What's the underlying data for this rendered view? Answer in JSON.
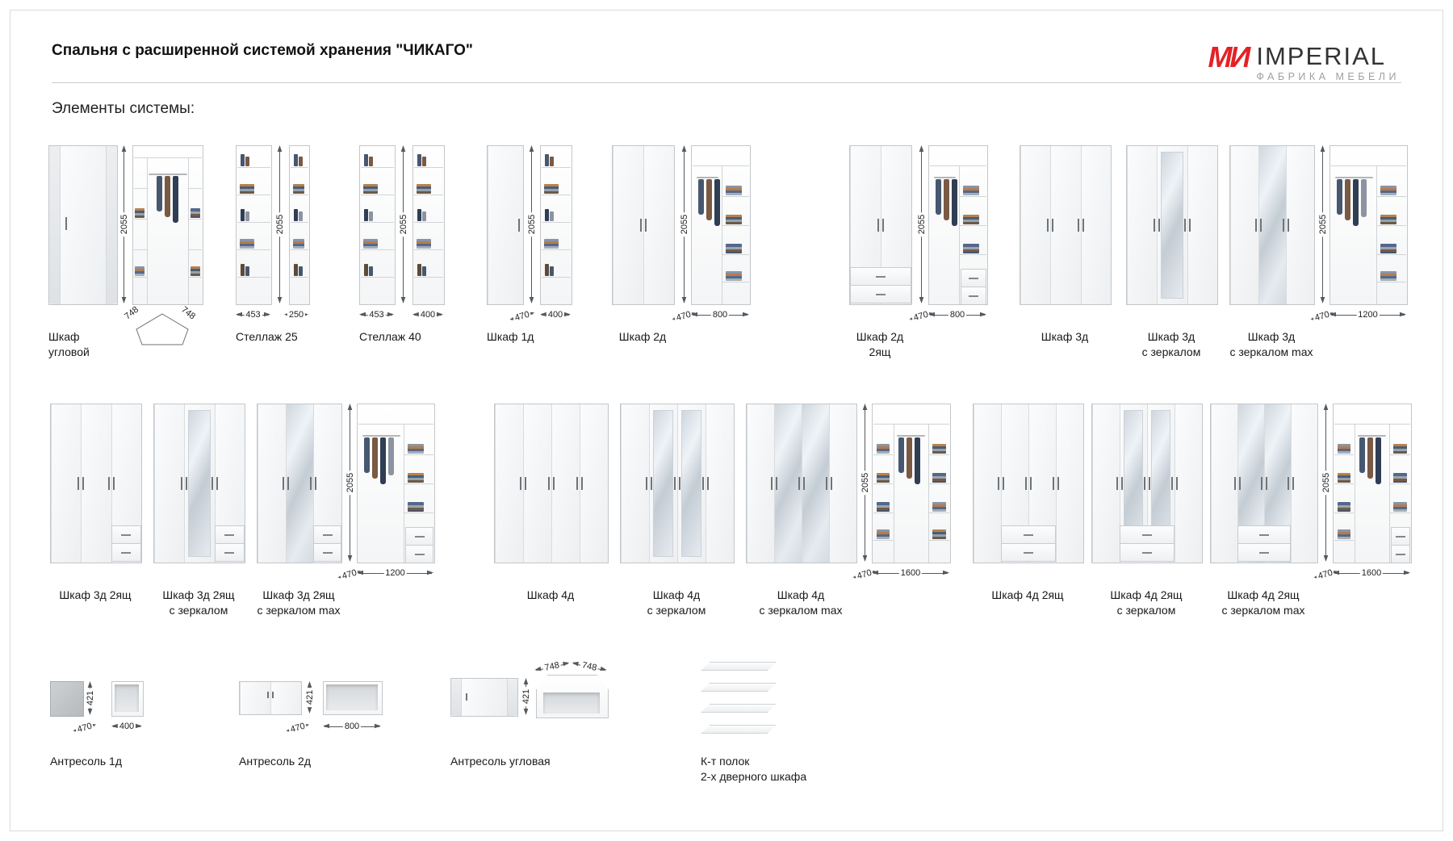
{
  "page": {
    "title": "Спальня с расширенной системой хранения \"ЧИКАГО\"",
    "subtitle": "Элементы системы:"
  },
  "logo": {
    "mark": "МИ",
    "brand": "IMPERIAL",
    "tagline": "ФАБРИКА МЕБЕЛИ"
  },
  "items": [
    {
      "name": "Шкаф",
      "name2": "угловой",
      "h": "2055",
      "a": "748",
      "b": "748"
    },
    {
      "name": "Стеллаж 25",
      "h": "2055",
      "w1": "453",
      "w2": "250"
    },
    {
      "name": "Стеллаж 40",
      "h": "2055",
      "w1": "453",
      "w2": "400"
    },
    {
      "name": "Шкаф 1д",
      "h": "2055",
      "d": "470",
      "w": "400"
    },
    {
      "name": "Шкаф 2д",
      "h": "2055",
      "d": "470",
      "w": "800"
    },
    {
      "name": "Шкаф 2д 2ящ",
      "h": "2055",
      "d": "470",
      "w": "800"
    },
    {
      "name": "Шкаф 3д"
    },
    {
      "name": "Шкаф 3д",
      "name2": "с зеркалом"
    },
    {
      "name": "Шкаф 3д",
      "name2": "с зеркалом max",
      "h": "2055",
      "d": "470",
      "w": "1200"
    },
    {
      "name": "Шкаф 3д 2ящ"
    },
    {
      "name": "Шкаф 3д 2ящ",
      "name2": "с зеркалом"
    },
    {
      "name": "Шкаф 3д 2ящ",
      "name2": "с зеркалом max",
      "h": "2055",
      "d": "470",
      "w": "1200"
    },
    {
      "name": "Шкаф 4д"
    },
    {
      "name": "Шкаф 4д",
      "name2": "с зеркалом"
    },
    {
      "name": "Шкаф 4д",
      "name2": "с зеркалом max",
      "h": "2055",
      "d": "470",
      "w": "1600"
    },
    {
      "name": "Шкаф 4д 2ящ"
    },
    {
      "name": "Шкаф 4д 2ящ",
      "name2": "с зеркалом"
    },
    {
      "name": "Шкаф 4д 2ящ",
      "name2": "с зеркалом max",
      "h": "2055",
      "d": "470",
      "w": "1600"
    },
    {
      "name": "Антресоль 1д",
      "h": "421",
      "d": "470",
      "w": "400"
    },
    {
      "name": "Антресоль 2д",
      "h": "421",
      "d": "470",
      "w": "800"
    },
    {
      "name": "Антресоль угловая",
      "h": "421",
      "a": "748",
      "b": "748"
    },
    {
      "name": "К-т полок",
      "name2": "2-х дверного шкафа"
    }
  ]
}
